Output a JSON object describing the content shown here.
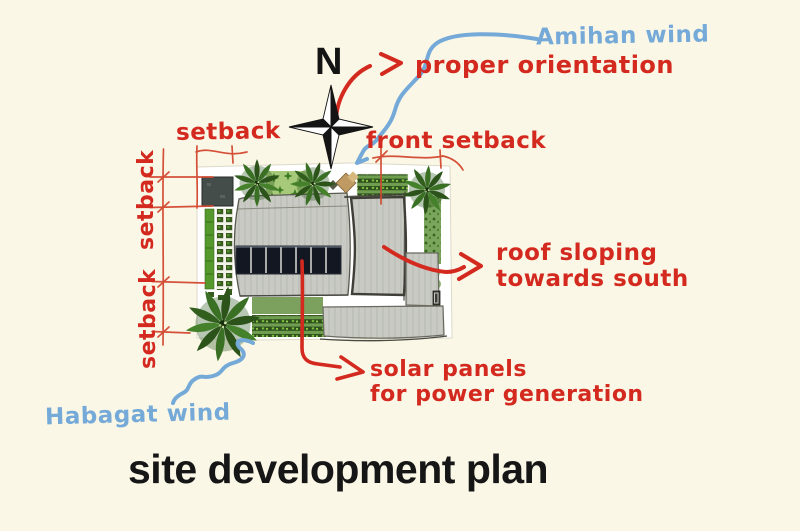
{
  "title": "site development plan",
  "compass": {
    "north_label": "N"
  },
  "annotations": {
    "amihan_wind": "Amihan wind",
    "habagat_wind": "Habagat wind",
    "proper_orientation": "proper orientation",
    "front_setback": "front setback",
    "setback_top": "setback",
    "setback_side_upper": "setback",
    "setback_side_lower": "setback",
    "roof_sloping": "roof sloping\ntowards south",
    "solar_panels": "solar panels\nfor power generation"
  },
  "colors": {
    "background": "#faf7e6",
    "annotation_red": "#d3291f",
    "wind_blue": "#74a9d8",
    "title_color": "#161616",
    "roof_gray": "#c9cac4",
    "solar_panel_dark": "#121722",
    "tree_green": "#2b531a",
    "garden_green": "#7ca05e",
    "charcoal_pad": "#454d4a"
  }
}
